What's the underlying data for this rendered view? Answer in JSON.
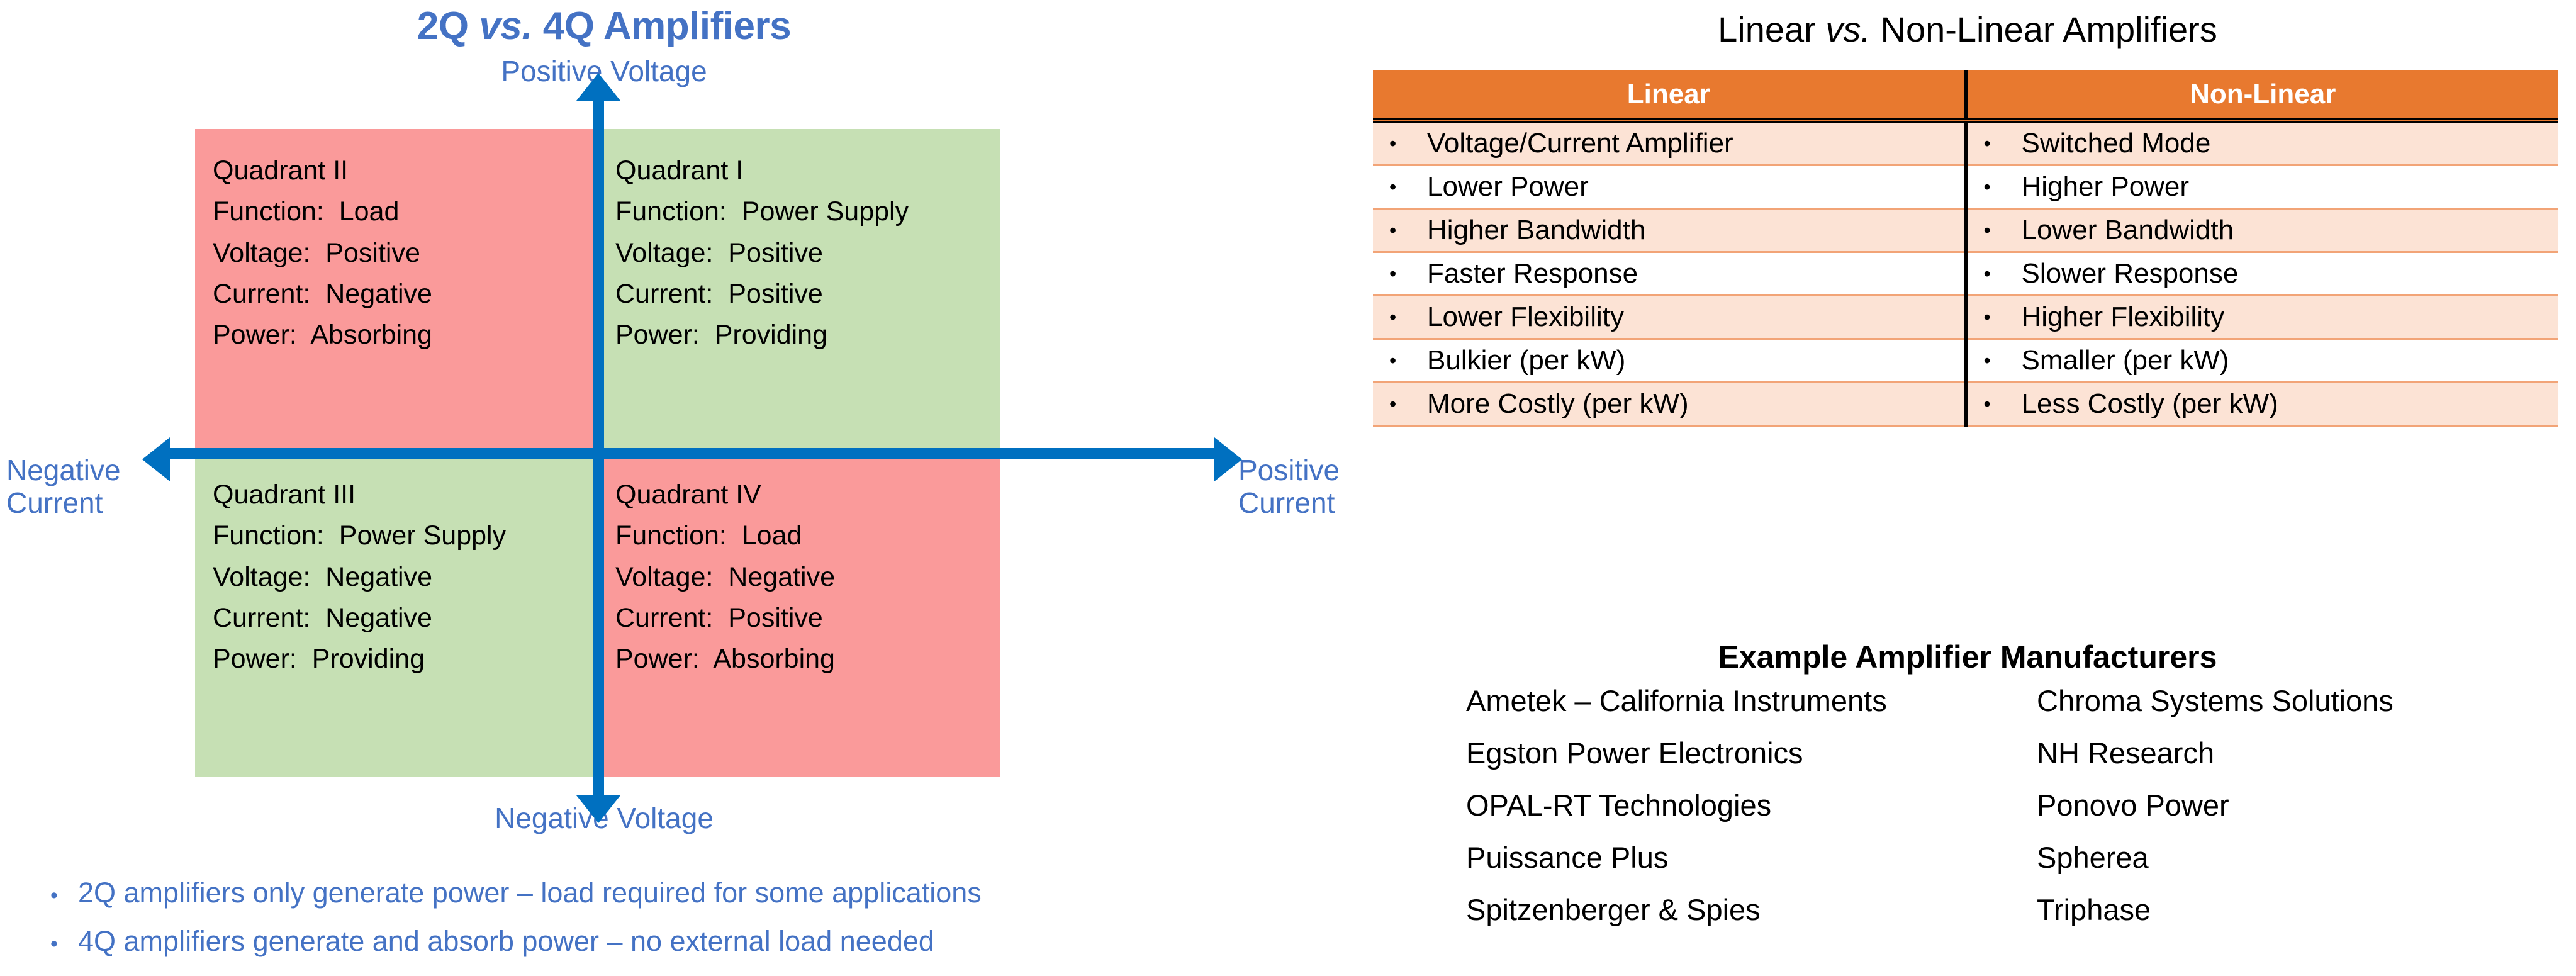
{
  "quadrant_chart": {
    "title_parts": {
      "pre": "2Q ",
      "italic": "vs.",
      "post": " 4Q Amplifiers"
    },
    "title_full": "2Q vs. 4Q Amplifiers",
    "axis_labels": {
      "top": "Positive Voltage",
      "bottom": "Negative Voltage",
      "left": "Negative\nCurrent",
      "right": "Positive\nCurrent"
    },
    "axis_color": "#0070C0",
    "title_color": "#4472C4",
    "quadrant_fill_absorbing": "#FA9A9A",
    "quadrant_fill_providing": "#C6E0B4",
    "quadrants": [
      {
        "position": "top-left",
        "name": "Quadrant II",
        "lines": [
          "Quadrant II",
          "Function:  Load",
          "Voltage:  Positive",
          "Current:  Negative",
          "Power:  Absorbing"
        ]
      },
      {
        "position": "top-right",
        "name": "Quadrant I",
        "lines": [
          "Quadrant I",
          "Function:  Power Supply",
          "Voltage:  Positive",
          "Current:  Positive",
          "Power:  Providing"
        ]
      },
      {
        "position": "bottom-left",
        "name": "Quadrant III",
        "lines": [
          "Quadrant III",
          "Function:  Power Supply",
          "Voltage:  Negative",
          "Current:  Negative",
          "Power:  Providing"
        ]
      },
      {
        "position": "bottom-right",
        "name": "Quadrant IV",
        "lines": [
          "Quadrant IV",
          "Function:  Load",
          "Voltage:  Negative",
          "Current:  Positive",
          "Power:  Absorbing"
        ]
      }
    ],
    "bullets": [
      "2Q amplifiers only generate power – load required for some applications",
      "4Q amplifiers generate and absorb power – no external load needed"
    ],
    "bullet_glyph": "•"
  },
  "comparison_table": {
    "title_parts": {
      "pre": "Linear ",
      "italic": "vs.",
      "post": " Non-Linear Amplifiers"
    },
    "title_full": "Linear vs. Non-Linear Amplifiers",
    "header_bg": "#E8792F",
    "header_text_color": "#FFFFFF",
    "row_alt_bg": "#FCE3D5",
    "row_border": "#F2A477",
    "columns": [
      "Linear",
      "Non-Linear"
    ],
    "bullet_glyph": "•",
    "rows": [
      {
        "linear": "Voltage/Current Amplifier",
        "nonlinear": "Switched Mode"
      },
      {
        "linear": "Lower Power",
        "nonlinear": "Higher Power"
      },
      {
        "linear": "Higher Bandwidth",
        "nonlinear": "Lower Bandwidth"
      },
      {
        "linear": "Faster Response",
        "nonlinear": "Slower Response"
      },
      {
        "linear": "Lower Flexibility",
        "nonlinear": "Higher Flexibility"
      },
      {
        "linear": "Bulkier (per kW)",
        "nonlinear": "Smaller (per kW)"
      },
      {
        "linear": "More Costly (per kW)",
        "nonlinear": "Less Costly (per kW)"
      }
    ]
  },
  "manufacturers": {
    "title": "Example Amplifier Manufacturers",
    "left_column": [
      "Ametek – California Instruments",
      "Egston Power Electronics",
      "OPAL-RT Technologies",
      "Puissance Plus",
      "Spitzenberger & Spies"
    ],
    "right_column": [
      "Chroma Systems Solutions",
      "NH Research",
      "Ponovo Power",
      "Spherea",
      "Triphase"
    ]
  }
}
